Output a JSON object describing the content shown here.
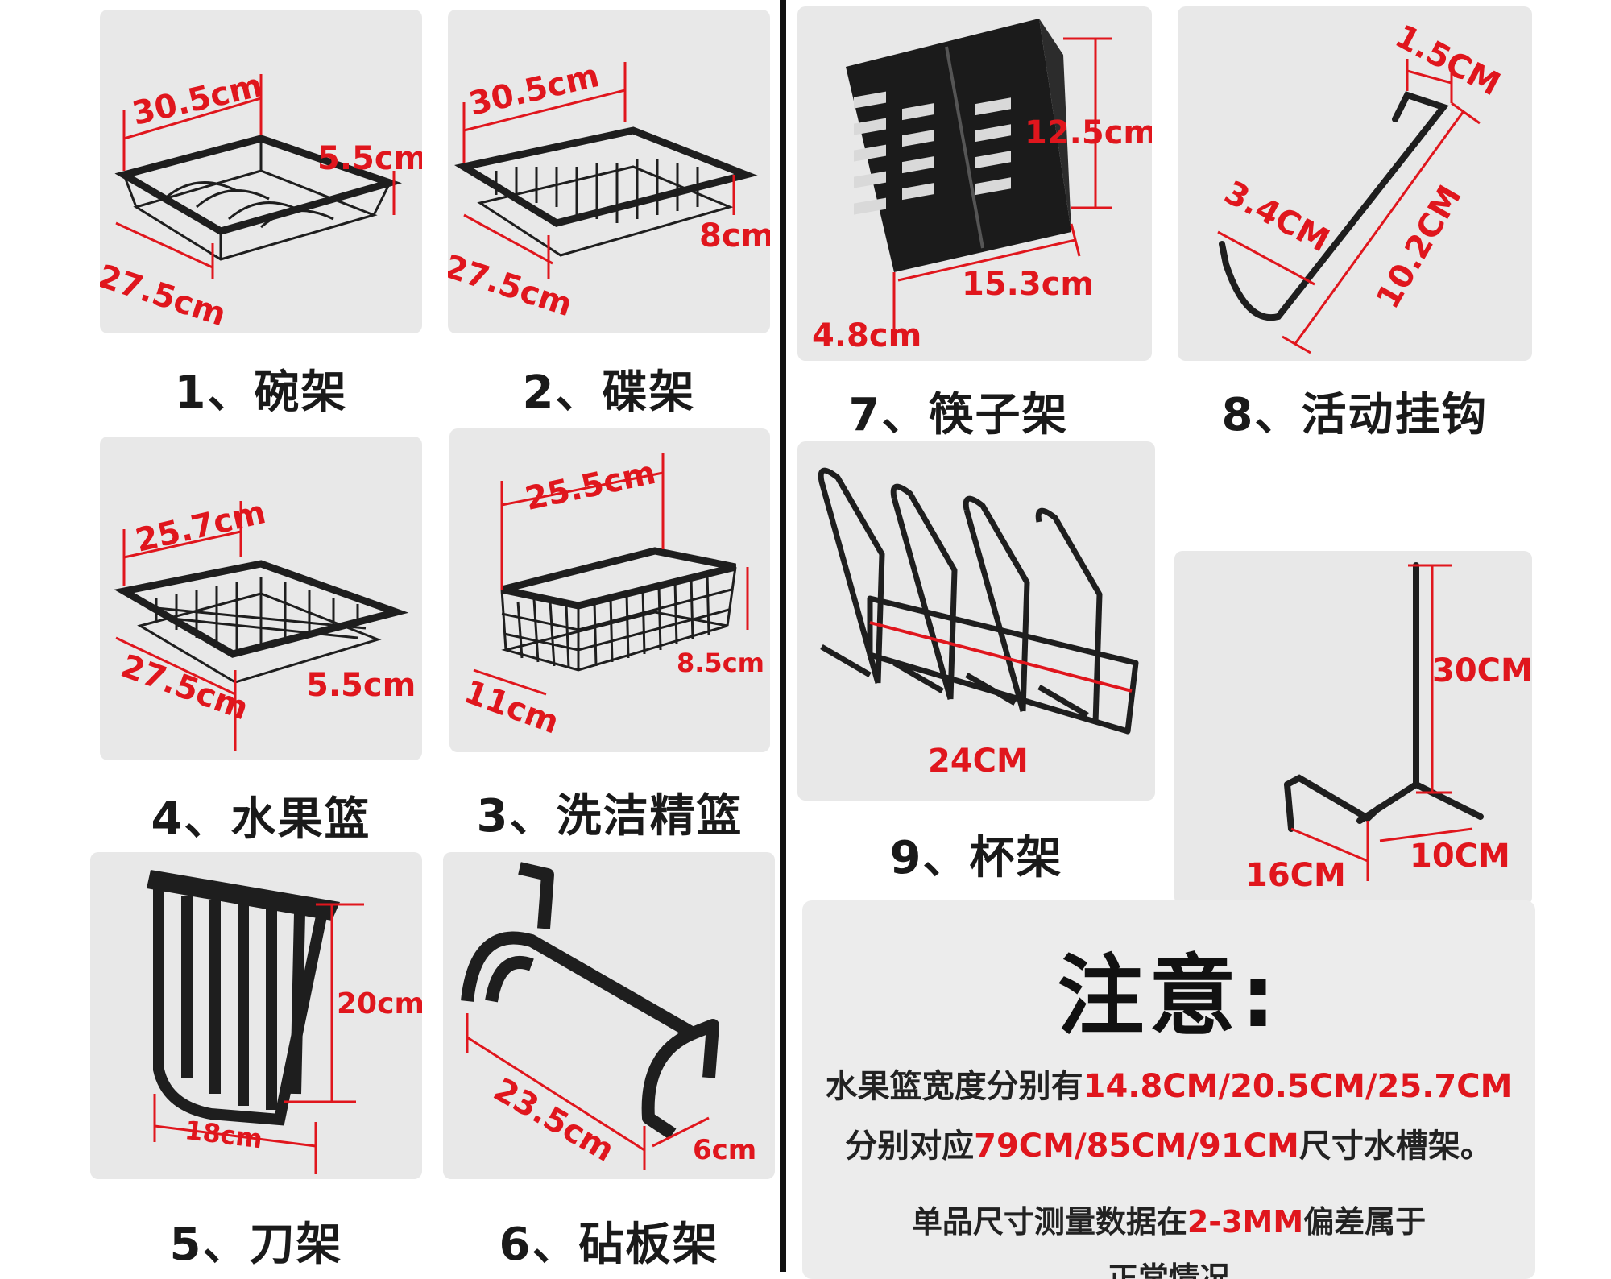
{
  "colors": {
    "dimension": "#e0161d",
    "caption": "#1a1a1a",
    "panel": "#e8e8e8",
    "metal": "#1e1e1e"
  },
  "items": {
    "bowl": {
      "caption": "1、碗架",
      "dims": [
        "30.5cm",
        "5.5cm",
        "27.5cm"
      ],
      "icon": "bowl-rack-icon"
    },
    "plate": {
      "caption": "2、碟架",
      "dims": [
        "30.5cm",
        "8cm",
        "27.5cm"
      ],
      "icon": "plate-rack-icon"
    },
    "fruit": {
      "caption": "4、水果篮",
      "dims": [
        "25.7cm",
        "27.5cm",
        "5.5cm"
      ],
      "icon": "fruit-basket-icon"
    },
    "detergent": {
      "caption": "3、洗洁精篮",
      "dims": [
        "25.5cm",
        "8.5cm",
        "11cm"
      ],
      "icon": "detergent-basket-icon"
    },
    "knife": {
      "caption": "5、刀架",
      "dims": [
        "20cm",
        "18cm"
      ],
      "icon": "knife-holder-icon"
    },
    "board": {
      "caption": "6、砧板架",
      "dims": [
        "23.5cm",
        "6cm"
      ],
      "icon": "cutting-board-rack-icon"
    },
    "chopsticks": {
      "caption": "7、筷子架",
      "dims": [
        "12.5cm",
        "15.3cm",
        "4.8cm"
      ],
      "icon": "chopstick-holder-icon"
    },
    "hook": {
      "caption": "8、活动挂钩",
      "dims": [
        "1.5CM",
        "3.4CM",
        "10.2CM"
      ],
      "icon": "movable-hook-icon"
    },
    "cup": {
      "caption": "9、杯架",
      "dims": [
        "24CM"
      ],
      "icon": "cup-rack-icon"
    },
    "stand": {
      "caption": "",
      "dims": [
        "30CM",
        "16CM",
        "10CM"
      ],
      "icon": "paper-towel-stand-icon"
    }
  },
  "notice": {
    "title": "注意:",
    "line1_prefix": "水果篮宽度分别有",
    "line1_values": "14.8CM/20.5CM/25.7CM",
    "line2_prefix": "分别对应",
    "line2_values": "79CM/85CM/91CM",
    "line2_suffix": "尺寸水槽架。",
    "line3_prefix": "单品尺寸测量数据在",
    "line3_values": "2-3MM",
    "line3_suffix": "偏差属于",
    "line4": "正常情况"
  }
}
